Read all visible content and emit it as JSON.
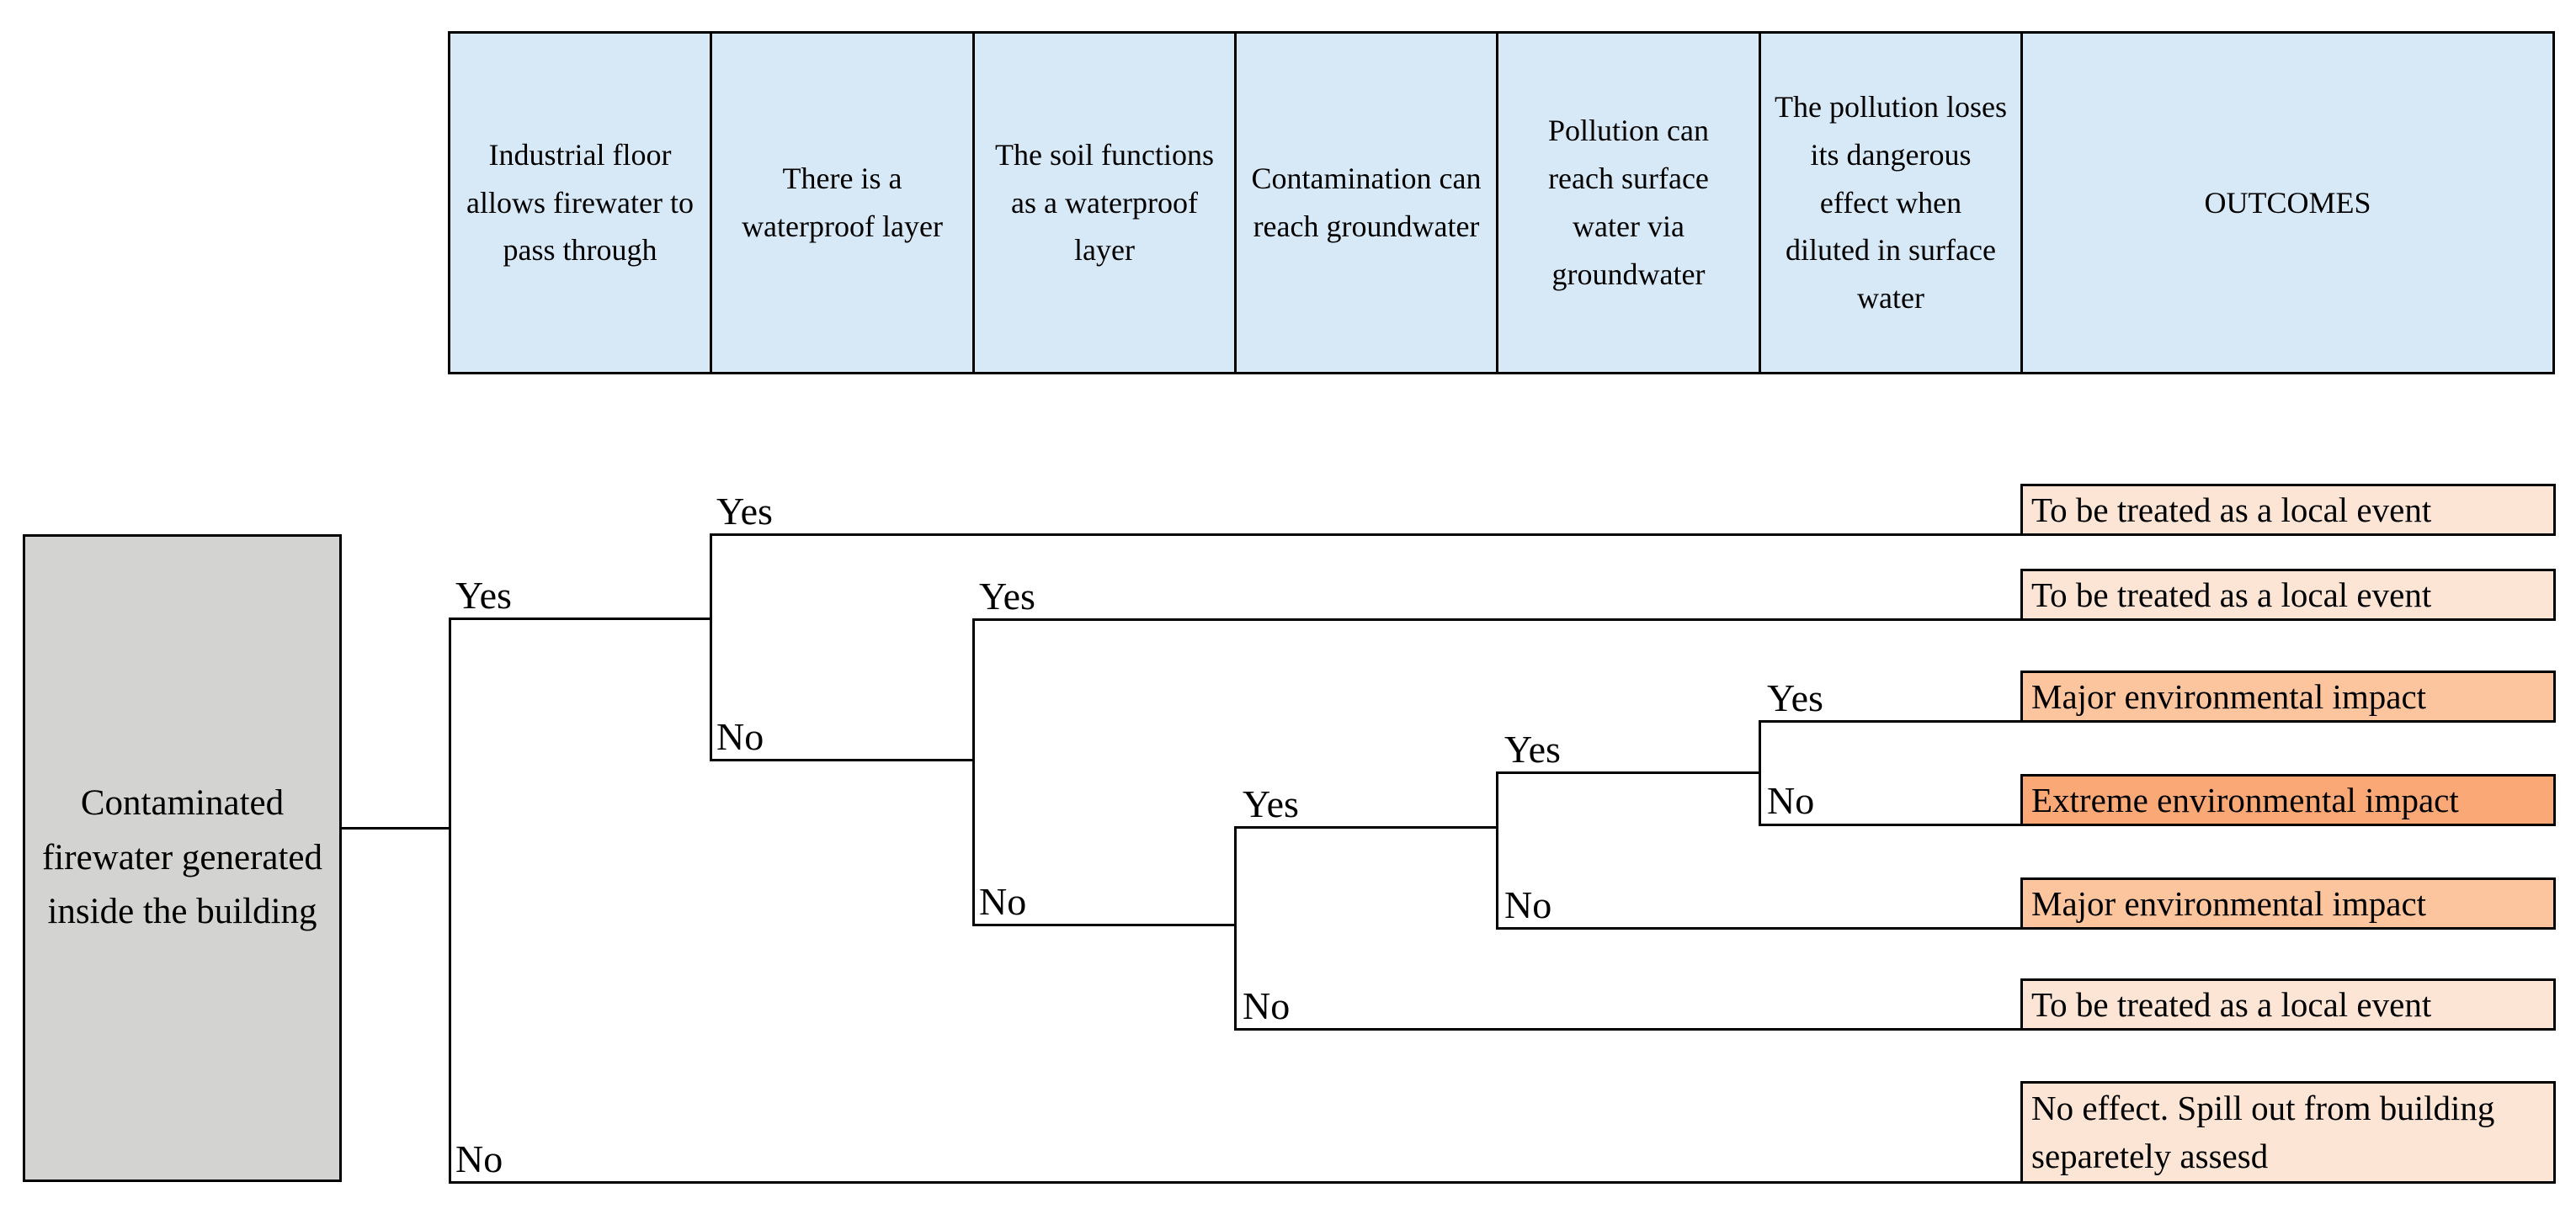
{
  "figure": {
    "type": "event-tree",
    "description": "Event tree for contaminated firewater generated inside a building"
  },
  "header": {
    "columns": [
      {
        "label": "Industrial floor allows firewater to pass through"
      },
      {
        "label": "There is a waterproof layer"
      },
      {
        "label": "The soil functions as a waterproof layer"
      },
      {
        "label": "Contamination can reach groundwater"
      },
      {
        "label": "Pollution can reach surface water via groundwater"
      },
      {
        "label": "The pollution loses its dangerous effect when diluted in surface water"
      },
      {
        "label": "OUTCOMES"
      }
    ]
  },
  "tree": {
    "root_label": "Contaminated firewater generated inside the building",
    "levels": [
      {
        "question": "Industrial floor allows firewater to pass through",
        "yes": "Yes",
        "no": "No"
      },
      {
        "question": "There is a waterproof layer",
        "yes": "Yes",
        "no": "No"
      },
      {
        "question": "The soil functions as a waterproof layer",
        "yes": "Yes",
        "no": "No"
      },
      {
        "question": "Contamination can reach groundwater",
        "yes": "Yes",
        "no": "No"
      },
      {
        "question": "Pollution can reach surface water via groundwater",
        "yes": "Yes",
        "no": "No"
      },
      {
        "question": "The pollution loses its dangerous effect when diluted in surface water",
        "yes": "Yes",
        "no": "No"
      }
    ]
  },
  "outcomes": [
    {
      "label": "To be treated as a local event",
      "severity": "local"
    },
    {
      "label": "To be treated as a local event",
      "severity": "local"
    },
    {
      "label": "Major environmental impact",
      "severity": "major"
    },
    {
      "label": "Extreme environmental impact",
      "severity": "extreme"
    },
    {
      "label": "Major environmental impact",
      "severity": "major"
    },
    {
      "label": "To be treated as a local event",
      "severity": "local"
    },
    {
      "label": "No effect. Spill out from building separetely assesd",
      "severity": "none"
    }
  ],
  "palette": {
    "header_fill": "#d7e9f7",
    "root_fill": "#d3d3d1",
    "outcome_local": "#fce5d5",
    "outcome_major": "#fcc59e",
    "outcome_extreme": "#f9a876",
    "line_color": "#000000"
  }
}
